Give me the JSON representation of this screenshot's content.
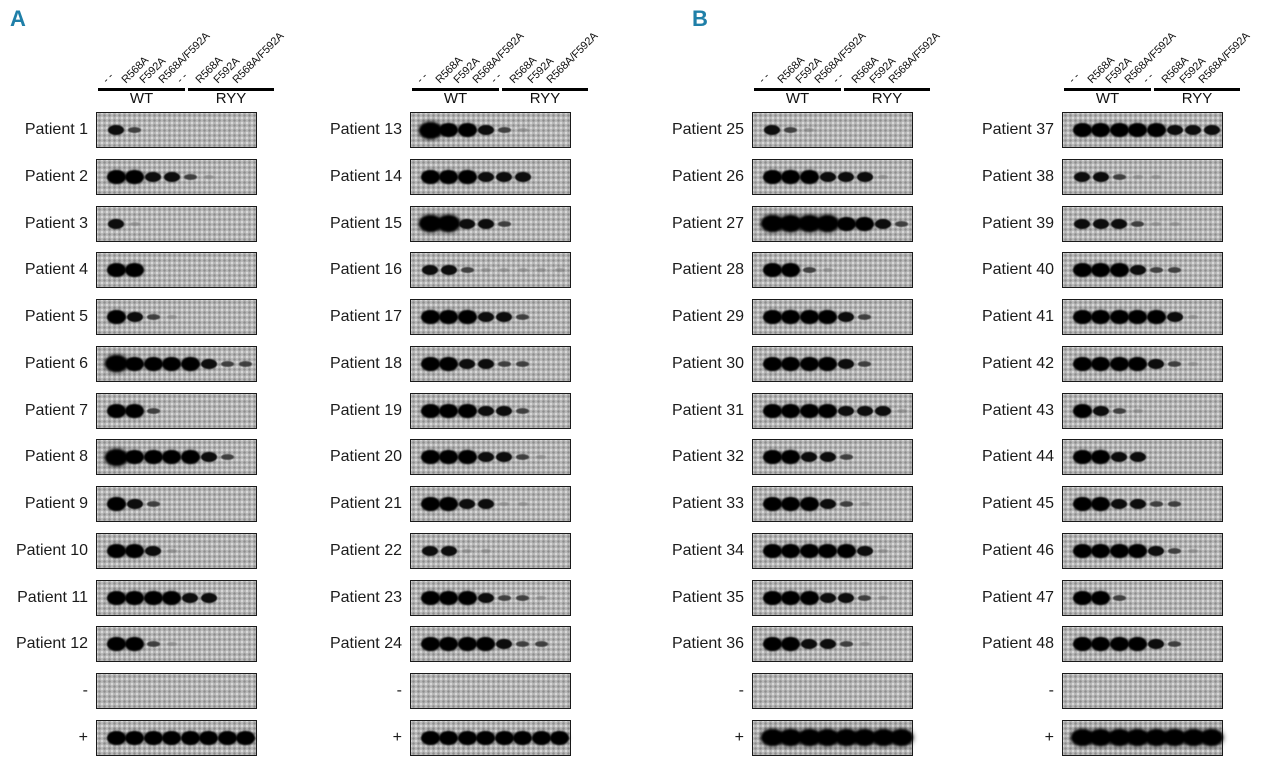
{
  "figure": {
    "description_visible_text_only": "Dot-blot strips for Patient 1 through Patient 48 plus negative (-) and positive (+) control rows",
    "header": {
      "lane_labels": [
        "- -",
        "R568A",
        "F592A",
        "R568A/F592A",
        "- -",
        "R568A",
        "F592A",
        "R568A/F592A"
      ],
      "groups": [
        {
          "label": "WT",
          "lanes": [
            1,
            4
          ]
        },
        {
          "label": "RYY",
          "lanes": [
            5,
            8
          ]
        }
      ]
    },
    "intensity_scale": {
      "0": "none",
      "1": "faint",
      "2": "weak",
      "3": "medium",
      "4": "strong",
      "5": "saturated"
    },
    "colors": {
      "panel_label": "#1f7fa8",
      "text": "#1b1b1b",
      "strip_bg": "#b5b5b5",
      "dot": "#000000"
    },
    "panels": [
      {
        "label": "A",
        "columns": [
          {
            "rows": [
              {
                "label": "Patient 1",
                "lanes": [
                  3,
                  2,
                  0,
                  0,
                  0,
                  0,
                  0,
                  0
                ]
              },
              {
                "label": "Patient 2",
                "lanes": [
                  4,
                  4,
                  3,
                  3,
                  2,
                  1,
                  0,
                  0
                ]
              },
              {
                "label": "Patient 3",
                "lanes": [
                  3,
                  1,
                  0,
                  0,
                  0,
                  0,
                  0,
                  0
                ]
              },
              {
                "label": "Patient 4",
                "lanes": [
                  4,
                  4,
                  0,
                  0,
                  0,
                  0,
                  0,
                  0
                ]
              },
              {
                "label": "Patient 5",
                "lanes": [
                  4,
                  3,
                  2,
                  1,
                  0,
                  0,
                  0,
                  0
                ]
              },
              {
                "label": "Patient 6",
                "lanes": [
                  5,
                  4,
                  4,
                  4,
                  4,
                  3,
                  2,
                  2
                ]
              },
              {
                "label": "Patient 7",
                "lanes": [
                  4,
                  4,
                  2,
                  0,
                  0,
                  0,
                  0,
                  0
                ]
              },
              {
                "label": "Patient 8",
                "lanes": [
                  5,
                  4,
                  4,
                  4,
                  4,
                  3,
                  2,
                  0
                ]
              },
              {
                "label": "Patient 9",
                "lanes": [
                  4,
                  3,
                  2,
                  0,
                  0,
                  0,
                  0,
                  0
                ]
              },
              {
                "label": "Patient 10",
                "lanes": [
                  4,
                  4,
                  3,
                  1,
                  0,
                  0,
                  0,
                  0
                ]
              },
              {
                "label": "Patient 11",
                "lanes": [
                  4,
                  4,
                  4,
                  4,
                  3,
                  3,
                  0,
                  0
                ]
              },
              {
                "label": "Patient 12",
                "lanes": [
                  4,
                  4,
                  2,
                  1,
                  0,
                  0,
                  0,
                  0
                ]
              },
              {
                "label": "-",
                "lanes": [
                  0,
                  0,
                  0,
                  0,
                  0,
                  0,
                  0,
                  0
                ]
              },
              {
                "label": "+",
                "lanes": [
                  4,
                  4,
                  4,
                  4,
                  4,
                  4,
                  4,
                  4
                ]
              }
            ]
          },
          {
            "rows": [
              {
                "label": "Patient 13",
                "lanes": [
                  5,
                  4,
                  4,
                  3,
                  2,
                  1,
                  0,
                  0
                ]
              },
              {
                "label": "Patient 14",
                "lanes": [
                  4,
                  4,
                  4,
                  3,
                  3,
                  3,
                  0,
                  0
                ]
              },
              {
                "label": "Patient 15",
                "lanes": [
                  5,
                  5,
                  3,
                  3,
                  2,
                  0,
                  0,
                  0
                ]
              },
              {
                "label": "Patient 16",
                "lanes": [
                  3,
                  3,
                  2,
                  1,
                  1,
                  1,
                  1,
                  1
                ]
              },
              {
                "label": "Patient 17",
                "lanes": [
                  4,
                  4,
                  4,
                  3,
                  3,
                  2,
                  0,
                  0
                ]
              },
              {
                "label": "Patient 18",
                "lanes": [
                  4,
                  4,
                  3,
                  3,
                  2,
                  2,
                  0,
                  0
                ]
              },
              {
                "label": "Patient 19",
                "lanes": [
                  4,
                  4,
                  4,
                  3,
                  3,
                  2,
                  0,
                  0
                ]
              },
              {
                "label": "Patient 20",
                "lanes": [
                  4,
                  4,
                  4,
                  3,
                  3,
                  2,
                  1,
                  0
                ]
              },
              {
                "label": "Patient 21",
                "lanes": [
                  4,
                  4,
                  3,
                  3,
                  1,
                  1,
                  0,
                  0
                ]
              },
              {
                "label": "Patient 22",
                "lanes": [
                  3,
                  3,
                  1,
                  1,
                  0,
                  0,
                  0,
                  0
                ]
              },
              {
                "label": "Patient 23",
                "lanes": [
                  4,
                  4,
                  4,
                  3,
                  2,
                  2,
                  1,
                  0
                ]
              },
              {
                "label": "Patient 24",
                "lanes": [
                  4,
                  4,
                  4,
                  4,
                  3,
                  2,
                  2,
                  0
                ]
              },
              {
                "label": "-",
                "lanes": [
                  0,
                  0,
                  0,
                  0,
                  0,
                  0,
                  0,
                  0
                ]
              },
              {
                "label": "+",
                "lanes": [
                  4,
                  4,
                  4,
                  4,
                  4,
                  4,
                  4,
                  4
                ]
              }
            ]
          }
        ]
      },
      {
        "label": "B",
        "columns": [
          {
            "rows": [
              {
                "label": "Patient 25",
                "lanes": [
                  3,
                  2,
                  1,
                  0,
                  0,
                  0,
                  0,
                  0
                ]
              },
              {
                "label": "Patient 26",
                "lanes": [
                  4,
                  4,
                  4,
                  3,
                  3,
                  3,
                  1,
                  0
                ]
              },
              {
                "label": "Patient 27",
                "lanes": [
                  5,
                  5,
                  5,
                  5,
                  4,
                  4,
                  3,
                  2
                ]
              },
              {
                "label": "Patient 28",
                "lanes": [
                  4,
                  4,
                  2,
                  1,
                  0,
                  0,
                  0,
                  0
                ]
              },
              {
                "label": "Patient 29",
                "lanes": [
                  4,
                  4,
                  4,
                  4,
                  3,
                  2,
                  0,
                  0
                ]
              },
              {
                "label": "Patient 30",
                "lanes": [
                  4,
                  4,
                  4,
                  4,
                  3,
                  2,
                  0,
                  0
                ]
              },
              {
                "label": "Patient 31",
                "lanes": [
                  4,
                  4,
                  4,
                  4,
                  3,
                  3,
                  3,
                  1
                ]
              },
              {
                "label": "Patient 32",
                "lanes": [
                  4,
                  4,
                  3,
                  3,
                  2,
                  0,
                  0,
                  0
                ]
              },
              {
                "label": "Patient 33",
                "lanes": [
                  4,
                  4,
                  4,
                  3,
                  2,
                  1,
                  0,
                  0
                ]
              },
              {
                "label": "Patient 34",
                "lanes": [
                  4,
                  4,
                  4,
                  4,
                  4,
                  3,
                  1,
                  0
                ]
              },
              {
                "label": "Patient 35",
                "lanes": [
                  4,
                  4,
                  4,
                  3,
                  3,
                  2,
                  1,
                  0
                ]
              },
              {
                "label": "Patient 36",
                "lanes": [
                  4,
                  4,
                  3,
                  3,
                  2,
                  1,
                  0,
                  0
                ]
              },
              {
                "label": "-",
                "lanes": [
                  0,
                  0,
                  0,
                  0,
                  0,
                  0,
                  0,
                  0
                ]
              },
              {
                "label": "+",
                "lanes": [
                  5,
                  5,
                  5,
                  5,
                  5,
                  5,
                  5,
                  5
                ]
              }
            ]
          },
          {
            "rows": [
              {
                "label": "Patient 37",
                "lanes": [
                  4,
                  4,
                  4,
                  4,
                  4,
                  3,
                  3,
                  3
                ]
              },
              {
                "label": "Patient 38",
                "lanes": [
                  3,
                  3,
                  2,
                  1,
                  1,
                  0,
                  0,
                  0
                ]
              },
              {
                "label": "Patient 39",
                "lanes": [
                  3,
                  3,
                  3,
                  2,
                  1,
                  1,
                  0,
                  0
                ]
              },
              {
                "label": "Patient 40",
                "lanes": [
                  4,
                  4,
                  4,
                  3,
                  2,
                  2,
                  0,
                  0
                ]
              },
              {
                "label": "Patient 41",
                "lanes": [
                  4,
                  4,
                  4,
                  4,
                  4,
                  3,
                  1,
                  0
                ]
              },
              {
                "label": "Patient 42",
                "lanes": [
                  4,
                  4,
                  4,
                  4,
                  3,
                  2,
                  1,
                  0
                ]
              },
              {
                "label": "Patient 43",
                "lanes": [
                  4,
                  3,
                  2,
                  1,
                  0,
                  0,
                  0,
                  0
                ]
              },
              {
                "label": "Patient 44",
                "lanes": [
                  4,
                  4,
                  3,
                  3,
                  0,
                  0,
                  0,
                  0
                ]
              },
              {
                "label": "Patient 45",
                "lanes": [
                  4,
                  4,
                  3,
                  3,
                  2,
                  2,
                  0,
                  0
                ]
              },
              {
                "label": "Patient 46",
                "lanes": [
                  4,
                  4,
                  4,
                  4,
                  3,
                  2,
                  1,
                  0
                ]
              },
              {
                "label": "Patient 47",
                "lanes": [
                  4,
                  4,
                  2,
                  0,
                  0,
                  0,
                  0,
                  0
                ]
              },
              {
                "label": "Patient 48",
                "lanes": [
                  4,
                  4,
                  4,
                  4,
                  3,
                  2,
                  0,
                  0
                ]
              },
              {
                "label": "-",
                "lanes": [
                  0,
                  0,
                  0,
                  0,
                  0,
                  0,
                  0,
                  0
                ]
              },
              {
                "label": "+",
                "lanes": [
                  5,
                  5,
                  5,
                  5,
                  5,
                  5,
                  5,
                  5
                ]
              }
            ]
          }
        ]
      }
    ]
  }
}
